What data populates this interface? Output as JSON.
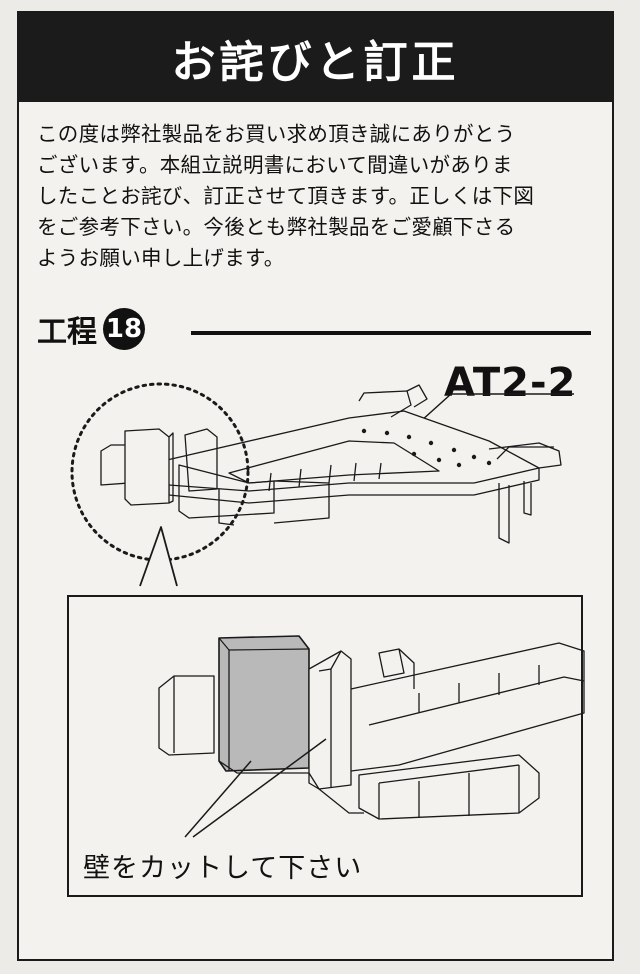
{
  "notice": {
    "title": "お詫びと訂正",
    "body": "この度は弊社製品をお買い求め頂き誠にありがとう\nございます。本組立説明書において間違いがありま\nしたことお詫び、訂正させて頂きます。正しくは下図\nをご参考下さい。今後とも弊社製品をご愛顧下さる\nようお願い申し上げます。"
  },
  "step": {
    "label": "工程",
    "number": "18"
  },
  "diagram": {
    "part_code": "AT2-2",
    "caption": "壁をカットして下さい",
    "highlight_color": "#b9b9b9"
  }
}
